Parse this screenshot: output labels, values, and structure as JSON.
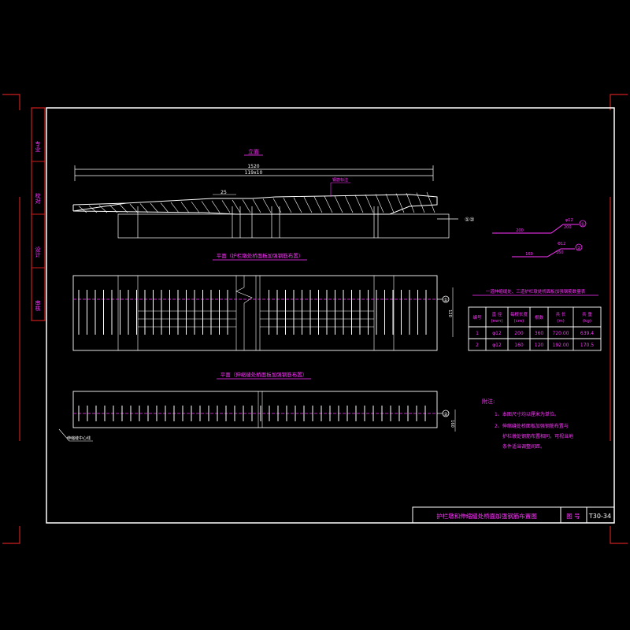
{
  "colors": {
    "background": "#000000",
    "line": "#ffffff",
    "annotation": "#ff33ff",
    "border_red": "#cc1f1f",
    "rebar_cyan": "#66ffff"
  },
  "sidebar": {
    "labels": [
      "专业",
      "校对",
      "设计",
      "审核"
    ]
  },
  "elevation": {
    "title": "立面",
    "overall_dim": "1520",
    "spacing_dim": "119x10",
    "slope_dim": "25",
    "rebar_note": "钢筋标注",
    "markers": "①②"
  },
  "rebar_shapes": [
    {
      "marker": "①",
      "dia": "φ12",
      "bend": "200",
      "length": "200"
    },
    {
      "marker": "②",
      "dia": "Φ12",
      "bend": "160",
      "length": "160"
    }
  ],
  "plan1": {
    "title": "平面（护栏墩处桥面板加强钢筋布置）",
    "marker": "①",
    "side_dim": "120"
  },
  "plan2": {
    "title": "平面（伸缩缝处桥面板加强钢筋布置）",
    "marker": "②",
    "side_dim": "160",
    "leader_note": "伸缩缝中心线"
  },
  "table": {
    "title": "一道伸缩缝处、三道护栏墩处桥面板加强钢筋数量表",
    "headers": [
      "编号",
      "直 径\n(mm)",
      "每根长度\n(cm)",
      "根数",
      "共 长\n(m)",
      "共 重\n(kg)"
    ],
    "rows": [
      [
        "1",
        "φ12",
        "200",
        "360",
        "720.00",
        "639.4"
      ],
      [
        "2",
        "φ12",
        "160",
        "120",
        "192.00",
        "170.5"
      ]
    ]
  },
  "notes": {
    "heading": "附注:",
    "items": [
      "1、本图尺寸均以厘米为单位。",
      "2、伸缩缝处桥面板加强钢筋布置与",
      "护栏墩处钢筋布置相同，可视当地",
      "条件适当调整间距。"
    ]
  },
  "title_block": {
    "title": "护栏墩和伸缩缝处桥面加强钢筋布置图",
    "drawing_label": "图 号",
    "drawing_number": "T30-34"
  }
}
